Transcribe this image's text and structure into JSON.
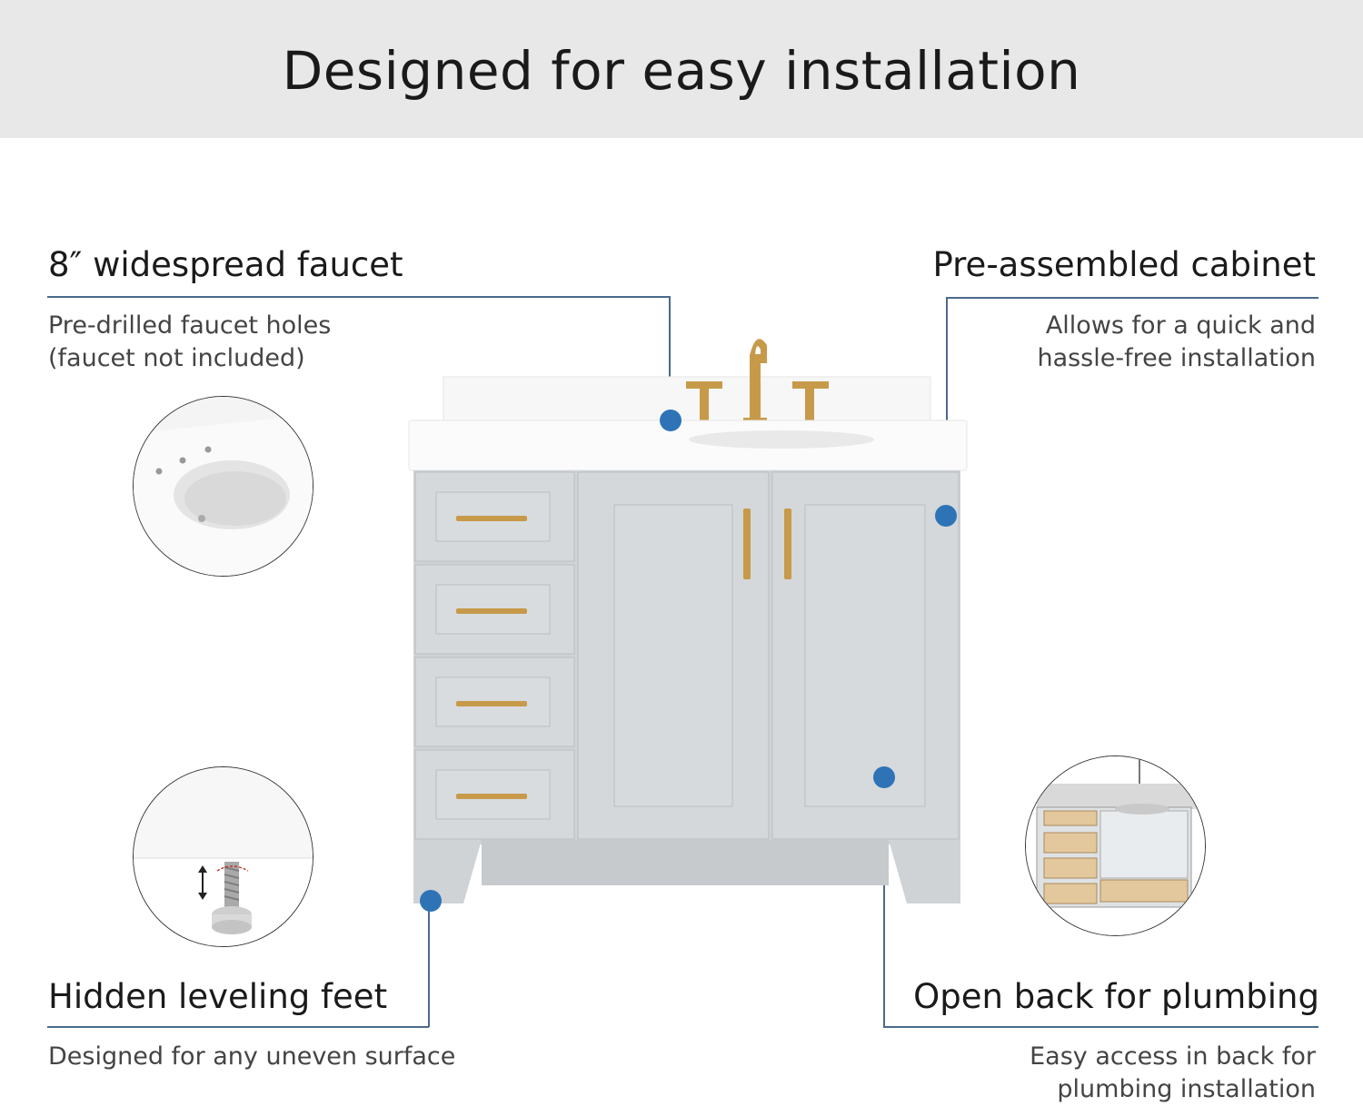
{
  "header": {
    "title": "Designed for easy installation"
  },
  "features": {
    "faucet": {
      "title": "8″ widespread faucet",
      "description": "Pre-drilled faucet holes\n(faucet not included)"
    },
    "cabinet": {
      "title": "Pre-assembled cabinet",
      "description": "Allows for  a quick and\nhassle-free installation"
    },
    "feet": {
      "title": "Hidden leveling feet",
      "description": "Designed for any uneven surface"
    },
    "plumbing": {
      "title": "Open back for plumbing",
      "description": "Easy access in back for\nplumbing installation"
    }
  },
  "colors": {
    "accent_dot": "#2f73b7",
    "leader_line": "#4a6a8c",
    "cabinet": "#cfd3d6",
    "hardware": "#c79a4a",
    "header_bg": "#e8e8e8"
  },
  "icons": [
    "sink-basin-icon",
    "leveling-foot-icon",
    "open-back-cabinet-icon"
  ]
}
